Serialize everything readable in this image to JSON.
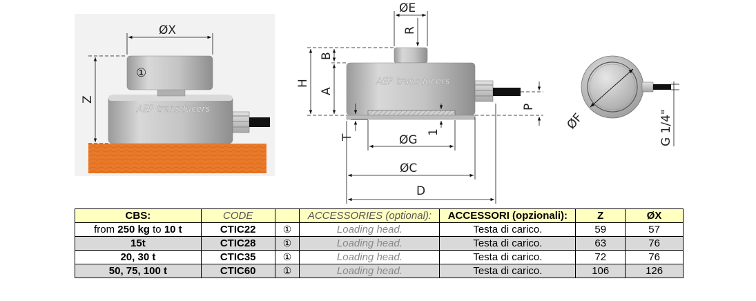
{
  "left_drawing": {
    "dim_x": "ØX",
    "dim_z": "Z",
    "part_marker": "①",
    "brand": "AEP transducers"
  },
  "right_drawing": {
    "dim_e": "ØE",
    "dim_r": "R",
    "dim_b": "B",
    "dim_h": "H",
    "dim_a": "A",
    "dim_t": "T",
    "dim_g": "ØG",
    "dim_1": "1",
    "dim_c": "ØC",
    "dim_d": "D",
    "dim_p": "P",
    "dim_f": "ØF",
    "dim_thread": "G 1/4\"",
    "brand": "AEP transducers"
  },
  "table": {
    "headers": {
      "cbs": "CBS:",
      "code": "CODE",
      "sym": "",
      "acc_en": "ACCESSORIES (optional):",
      "acc_it": "ACCESSORI (opzionali):",
      "z": "Z",
      "x": "ØX"
    },
    "rows": [
      {
        "cbs_pre": "from ",
        "cbs_a": "250 kg",
        "cbs_mid": " to ",
        "cbs_b": "10 t",
        "code": "CTIC22",
        "sym": "①",
        "acc_en": "Loading head.",
        "acc_it": "Testa di carico.",
        "z": "59",
        "x": "57"
      },
      {
        "cbs_pre": "",
        "cbs_a": "15t",
        "cbs_mid": "",
        "cbs_b": "",
        "code": "CTIC28",
        "sym": "①",
        "acc_en": "Loading head.",
        "acc_it": "Testa di carico.",
        "z": "63",
        "x": "76"
      },
      {
        "cbs_pre": "",
        "cbs_a": "20, 30 t",
        "cbs_mid": "",
        "cbs_b": "",
        "code": "CTIC35",
        "sym": "①",
        "acc_en": "Loading head.",
        "acc_it": "Testa di carico.",
        "z": "72",
        "x": "76"
      },
      {
        "cbs_pre": "",
        "cbs_a": "50, 75, 100 t",
        "cbs_mid": "",
        "cbs_b": "",
        "code": "CTIC60",
        "sym": "①",
        "acc_en": "Loading head.",
        "acc_it": "Testa di carico.",
        "z": "106",
        "x": "126"
      }
    ]
  },
  "colors": {
    "row_shade": "#d9d9d9",
    "header_fill": "#ffffc0",
    "base_orange": "#e97a2a",
    "metal": "#bfbfbf"
  }
}
